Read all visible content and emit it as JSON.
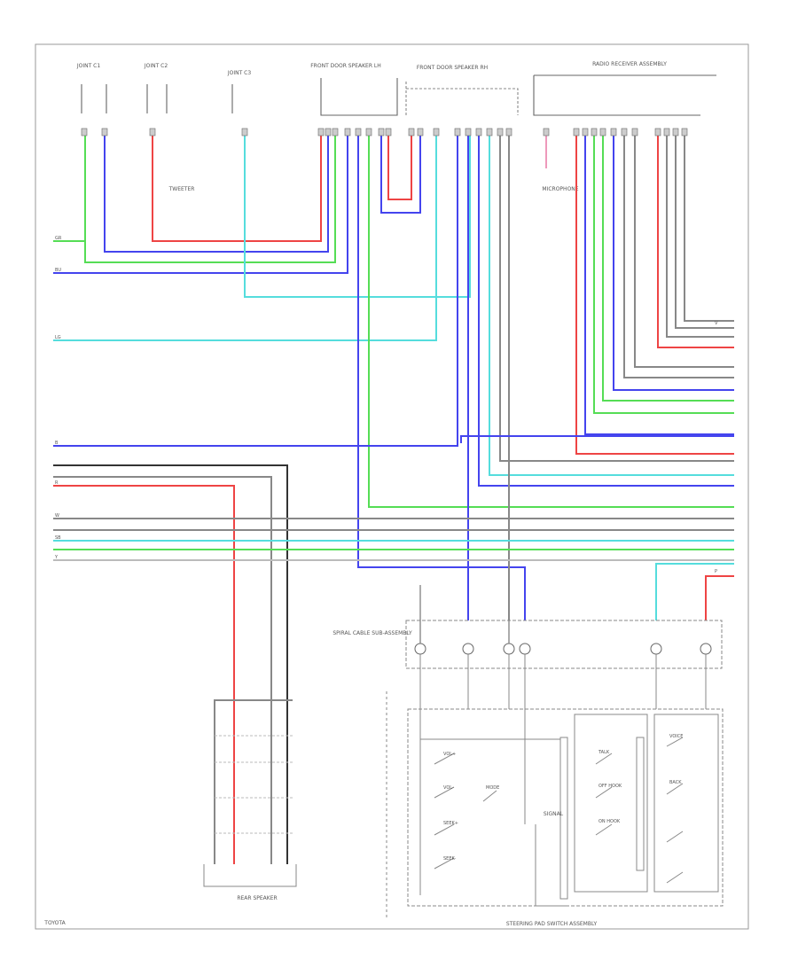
{
  "diagram": {
    "components": {
      "c1": "JOINT C1",
      "c2": "JOINT C2",
      "c3": "JOINT C3",
      "front_door_lh": "FRONT DOOR SPEAKER LH",
      "front_door_rh": "FRONT DOOR SPEAKER RH",
      "radio_receiver": "RADIO RECEIVER ASSEMBLY",
      "steering_pad": "STEERING PAD SWITCH ASSEMBLY",
      "spiral_cable": "SPIRAL CABLE SUB-ASSEMBLY",
      "tweeter": "TWEETER",
      "rear_speaker": "REAR SPEAKER",
      "mic": "MICROPHONE",
      "inner_note": "SIGNAL",
      "page_id": "TOYOTA"
    },
    "colors": {
      "green": "#55dd55",
      "blue": "#4444ee",
      "red": "#ee4444",
      "pink": "#ee99bb",
      "cyan": "#55dddd",
      "gray": "#888888",
      "black": "#333333",
      "light_gray": "#bbbbbb"
    },
    "wire_labels": {
      "gr": "GR",
      "bu": "BU",
      "lg": "LG",
      "r": "R",
      "w": "W",
      "b": "B",
      "p": "P",
      "sb": "SB",
      "y": "Y",
      "v": "V"
    },
    "switches": [
      "VOL+",
      "VOL-",
      "MODE",
      "SEEK+",
      "SEEK-",
      "TALK",
      "OFF HOOK",
      "ON HOOK",
      "VOICE",
      "BACK"
    ]
  }
}
